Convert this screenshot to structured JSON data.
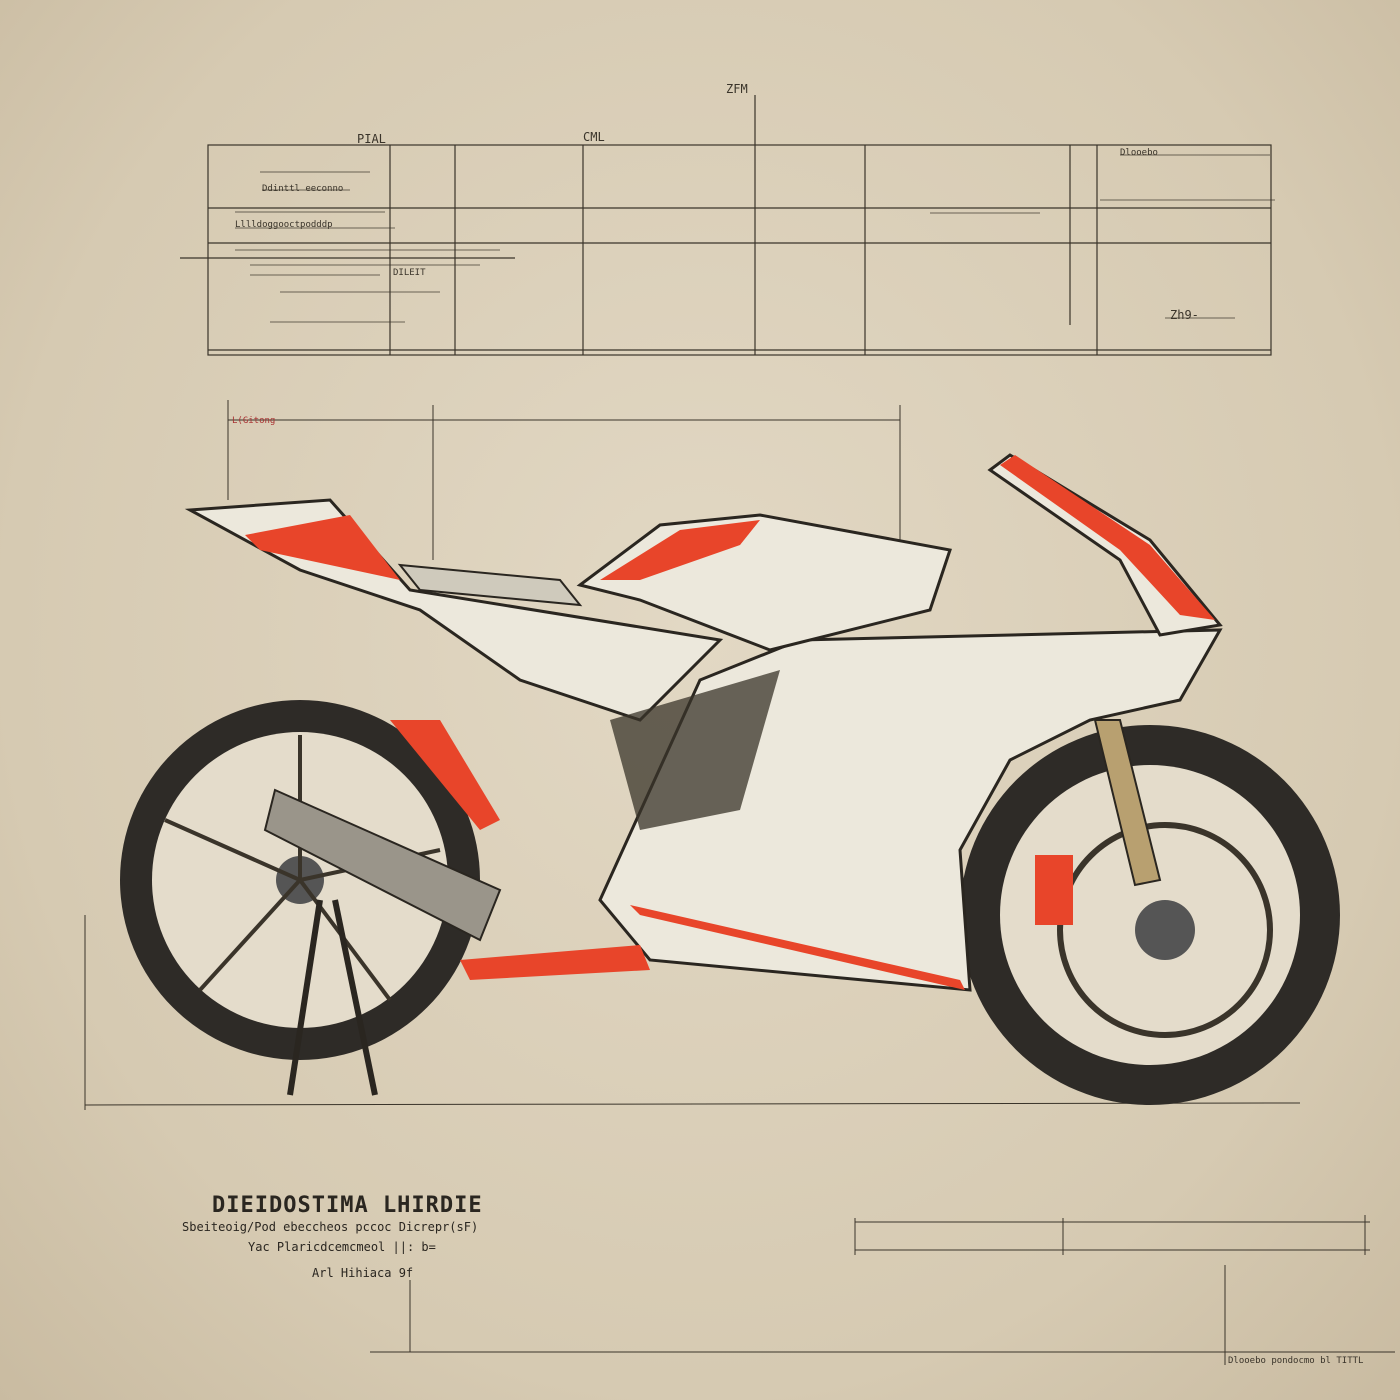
{
  "colors": {
    "paper": "#d8cdb8",
    "ink": "#2a2620",
    "accent": "#e8452a",
    "body": "#ece8dc",
    "tire": "#2e2b27"
  },
  "title_block": {
    "title": "DIEIDOSTIMA LHIRDIE",
    "lines": [
      "Sbeiteoig/Pod ebeccheos pccoc Dicrepr(sF)",
      "Yac Plaricdcemcmeol ||: b=",
      "Arl Hihiaca 9f"
    ]
  },
  "top_table": {
    "labels": [
      "ZFM",
      "PIAL",
      "CML",
      "Ddinttl eeconno",
      "Lllldoggooctpodddp",
      "DILEIT",
      "Dlooebo",
      "Zh9-"
    ]
  },
  "dimension_labels": {
    "upper": "L(Gitong",
    "ground": "Dlooebo pondocmo bl TITTL"
  }
}
